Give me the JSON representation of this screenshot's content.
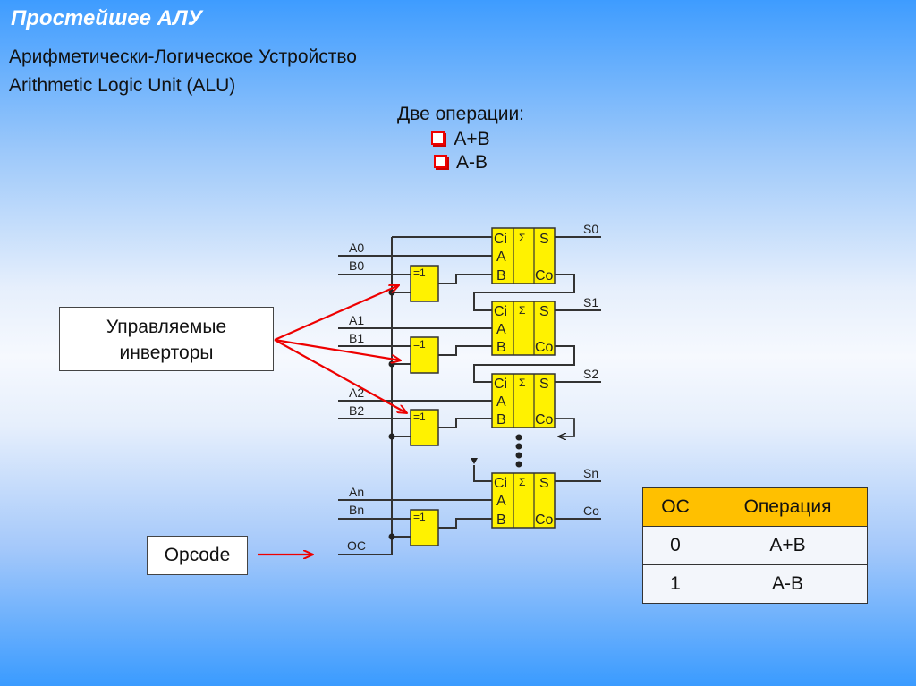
{
  "slide": {
    "title": "Простейшее АЛУ",
    "subtitle_ru": "Арифметически-Логическое Устройство",
    "subtitle_en": "Arithmetic Logic Unit (ALU)"
  },
  "operations": {
    "heading": "Две операции:",
    "items": [
      "A+B",
      "A-B"
    ],
    "bullet_icon": "square-bullet-icon",
    "bullet_color": "#e00000"
  },
  "callouts": {
    "inverters_line1": "Управляемые",
    "inverters_line2": "инверторы",
    "opcode": "Opcode",
    "arrow_color": "#e00000"
  },
  "circuit": {
    "inputs": [
      {
        "a": "A0",
        "b": "B0",
        "sum": "S0"
      },
      {
        "a": "A1",
        "b": "B1",
        "sum": "S1"
      },
      {
        "a": "A2",
        "b": "B2",
        "sum": "S2"
      },
      {
        "a": "An",
        "b": "Bn",
        "sum": "Sn"
      }
    ],
    "control_input": "OC",
    "carry_out": "Co",
    "xor_gate_label": "=1",
    "adder": {
      "ci": "Ci",
      "a": "A",
      "b": "B",
      "sigma": "Σ",
      "s": "S",
      "co": "Co"
    },
    "block_color": "#fff200"
  },
  "table": {
    "headers": [
      "OC",
      "Операция"
    ],
    "rows": [
      [
        "0",
        "A+B"
      ],
      [
        "1",
        "A-B"
      ]
    ],
    "header_color": "#ffc000"
  }
}
